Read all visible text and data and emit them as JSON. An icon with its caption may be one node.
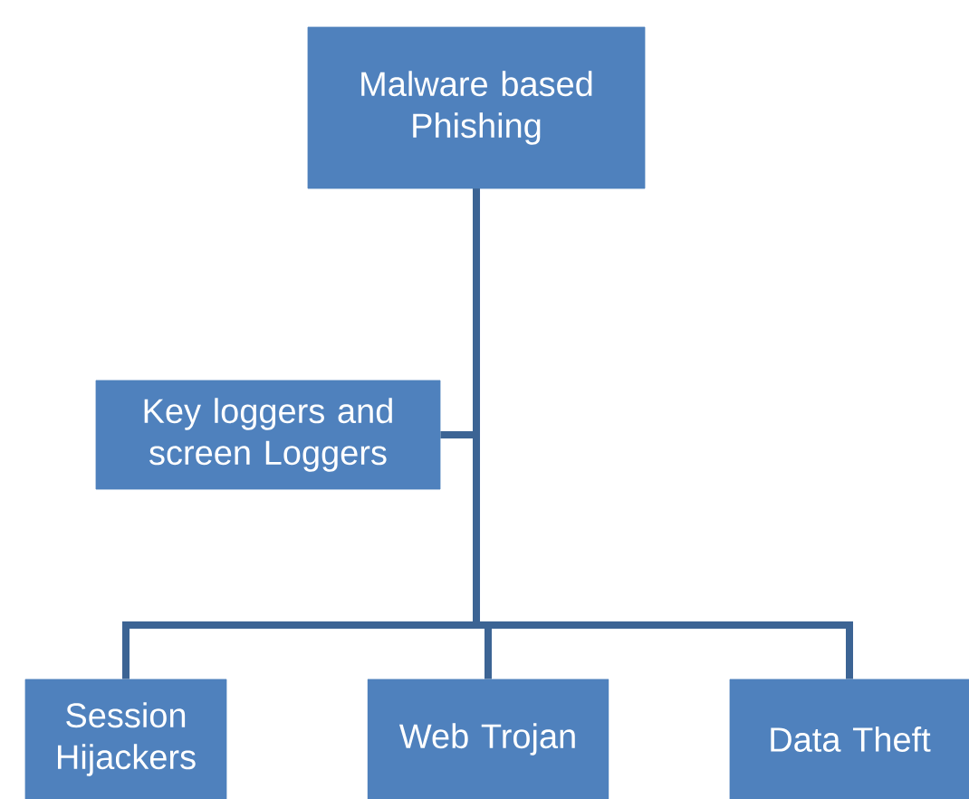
{
  "diagram": {
    "nodes": [
      {
        "text": [
          "Malware based Phishing"
        ]
      },
      {
        "text": [
          "Key loggers and screen Loggers"
        ]
      },
      {
        "text": [
          "Session Hijackers"
        ]
      },
      {
        "text": [
          "Web Trojan"
        ]
      },
      {
        "text": [
          "Data Theft"
        ]
      }
    ],
    "edges": [
      {
        "from": 0,
        "to": 1,
        "arrow": "none"
      },
      {
        "from": 0,
        "to": 2,
        "arrow": "none"
      },
      {
        "from": 0,
        "to": 3,
        "arrow": "none"
      },
      {
        "from": 0,
        "to": 4,
        "arrow": "none"
      }
    ]
  }
}
